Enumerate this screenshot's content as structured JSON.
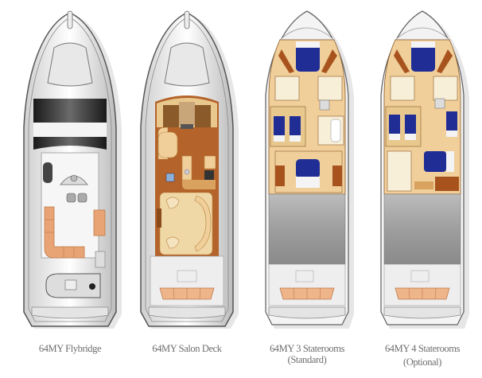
{
  "page": {
    "background": "#ffffff"
  },
  "plans": [
    {
      "id": "flybridge",
      "caption_line1": "64MY Flybridge",
      "caption_line2": ""
    },
    {
      "id": "salon",
      "caption_line1": "64MY Salon Deck",
      "caption_line2": ""
    },
    {
      "id": "three-staterooms",
      "caption_line1": "64MY 3 Staterooms",
      "caption_line2": "(Standard)"
    },
    {
      "id": "four-staterooms",
      "caption_line1": "64MY 4 Staterooms",
      "caption_line2": "(Optional)"
    }
  ],
  "colors": {
    "hull_outline": "#5a5a5a",
    "deck_white": "#f2f2f2",
    "dark_band": "#2a2a2a",
    "cushion_orange": "#e8a474",
    "wood_light": "#f0cf9a",
    "wood_mid": "#d9a25e",
    "wood_dark": "#a8531e",
    "bed_blue": "#1f2d95",
    "machinery_grey": "#9c9c9c"
  }
}
